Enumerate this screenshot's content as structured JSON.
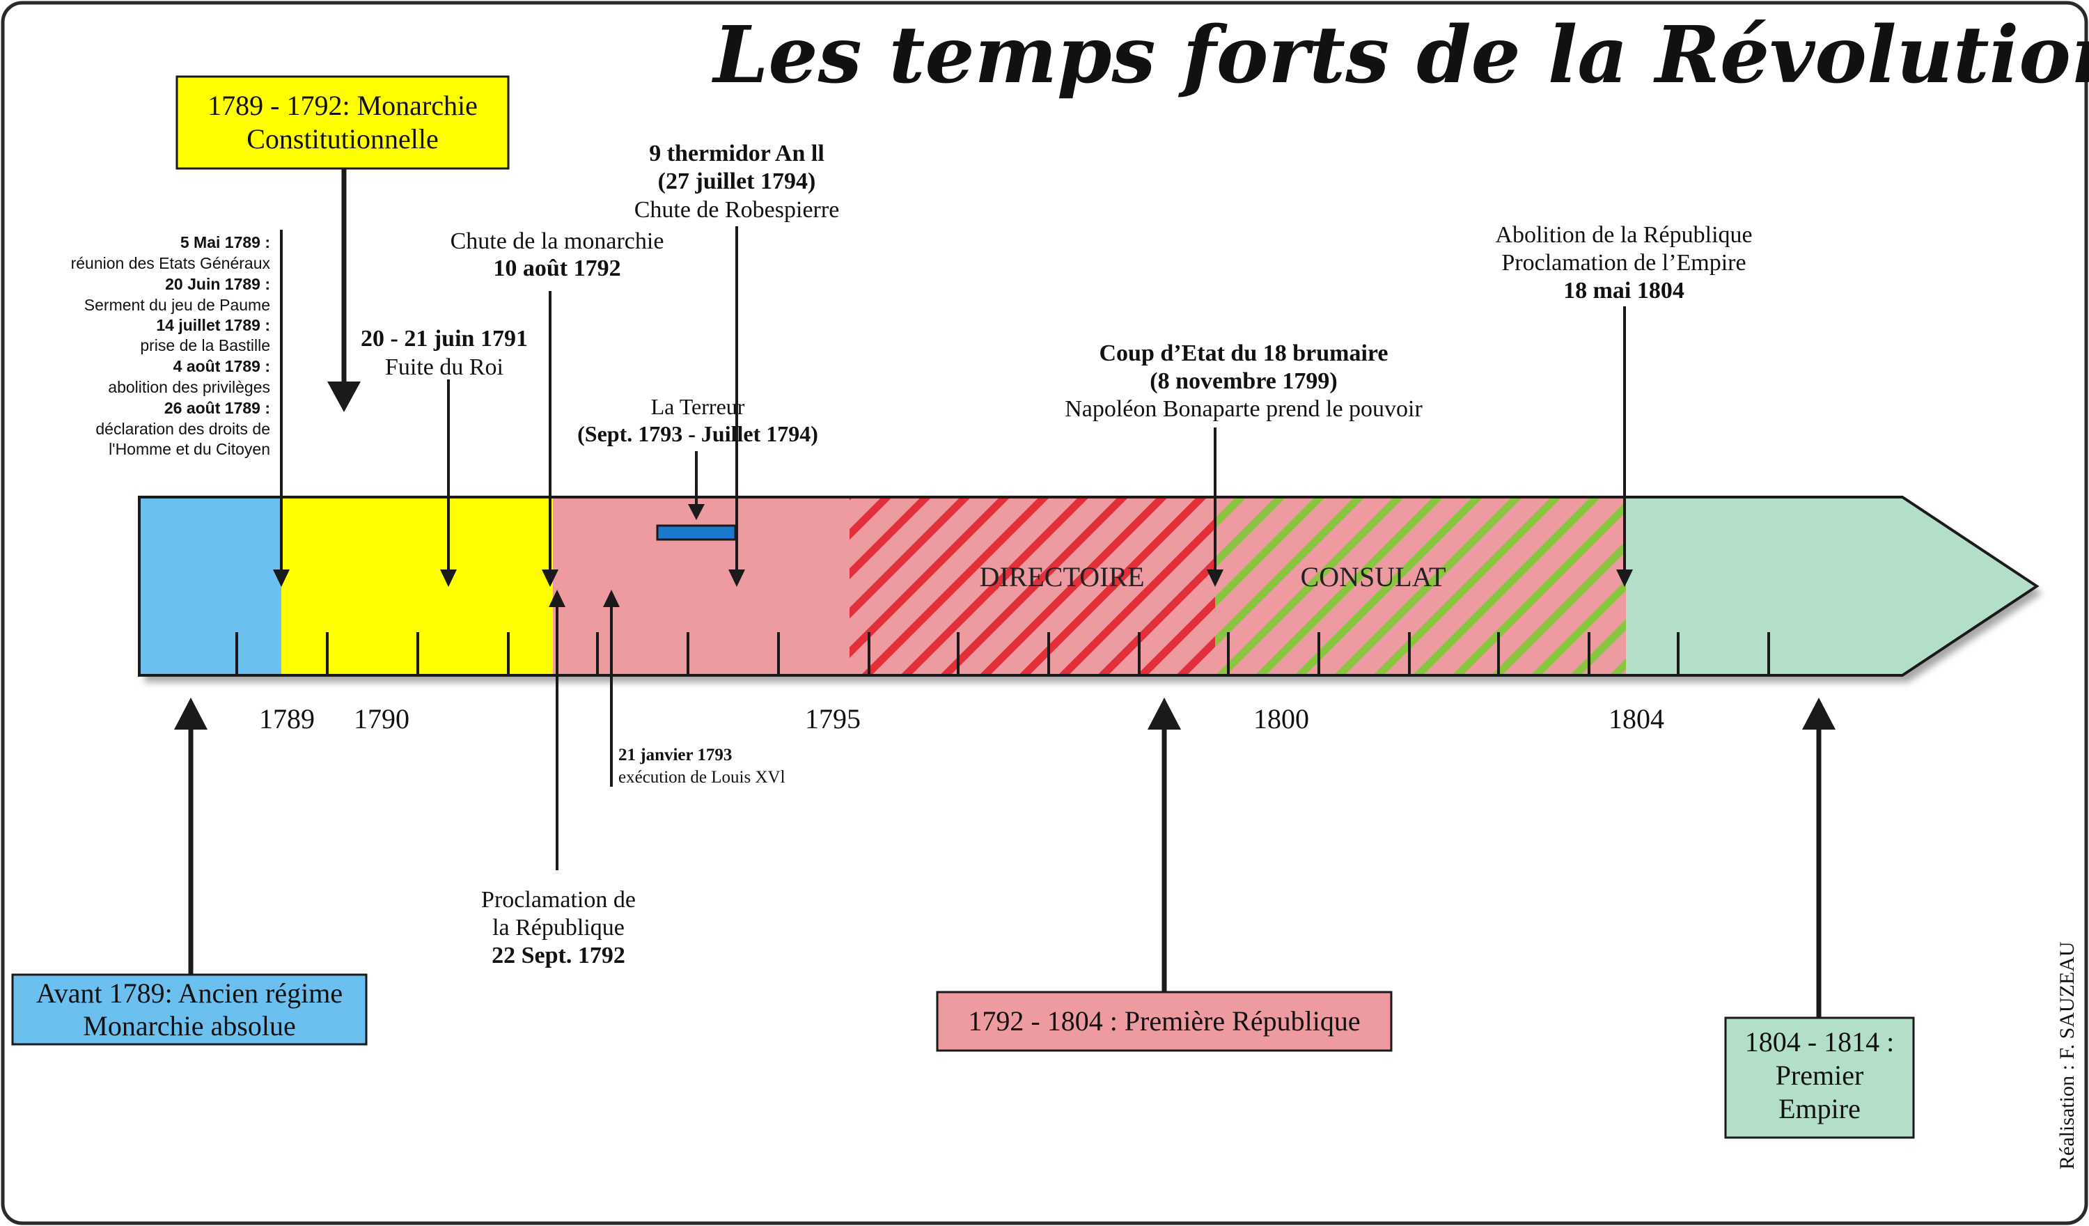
{
  "title": "Les temps forts de la Révolution",
  "credit": "Réalisation : F. SAUZEAU",
  "colors": {
    "ancien_regime": "#6cc0ef",
    "monarchie_constitutionnelle": "#ffff00",
    "republique": "#ee9aa1",
    "hatch_directoire": "#e32e3a",
    "hatch_consulat": "#8ac53f",
    "empire": "#b3dfc8",
    "terreur_bar": "#1b7ad0"
  },
  "axis": {
    "years": [
      "1789",
      "1790",
      "1795",
      "1800",
      "1804"
    ]
  },
  "regimes": {
    "ancien_regime": [
      "Avant 1789: Ancien régime",
      "Monarchie absolue"
    ],
    "monarchie_constitutionnelle": [
      "1789 - 1792: Monarchie",
      "Constitutionnelle"
    ],
    "premiere_republique": [
      "1792 - 1804 : Première République"
    ],
    "premier_empire": [
      "1804 - 1814 :",
      "Premier",
      "Empire"
    ]
  },
  "periods": {
    "directoire": "DIRECTOIRE",
    "consulat": "CONSULAT"
  },
  "events": {
    "early_1789": [
      {
        "date": "5 Mai 1789 :",
        "text": "réunion des Etats Généraux"
      },
      {
        "date": "20 Juin 1789 :",
        "text": "Serment du jeu de Paume"
      },
      {
        "date": "14 juillet 1789 :",
        "text": "prise de la Bastille"
      },
      {
        "date": "4 août 1789 :",
        "text": "abolition des privilèges"
      },
      {
        "date": "26 août 1789 :",
        "text": "déclaration des droits de",
        "text2": "l'Homme et du Citoyen"
      }
    ],
    "fuite": {
      "date": "20 - 21 juin 1791",
      "text": "Fuite du Roi"
    },
    "chute_monarchie": {
      "text": "Chute de la monarchie",
      "date": "10 août 1792"
    },
    "thermidor": {
      "date1": "9 thermidor An ll",
      "date2": "(27 juillet 1794)",
      "text": "Chute de Robespierre"
    },
    "terreur": {
      "text": "La Terreur",
      "date": "(Sept. 1793 - Juillet 1794)"
    },
    "brumaire": {
      "date1": "Coup d’Etat du 18 brumaire",
      "date2": "(8 novembre 1799)",
      "text": "Napoléon Bonaparte prend le pouvoir"
    },
    "empire": {
      "text1": "Abolition de la République",
      "text2": "Proclamation de l’Empire",
      "date": "18 mai 1804"
    },
    "louis_xvi": {
      "date": "21 janvier 1793",
      "text": "exécution de Louis XVl"
    },
    "republique": {
      "text1": "Proclamation de",
      "text2": "la République",
      "date": "22 Sept. 1792"
    }
  }
}
